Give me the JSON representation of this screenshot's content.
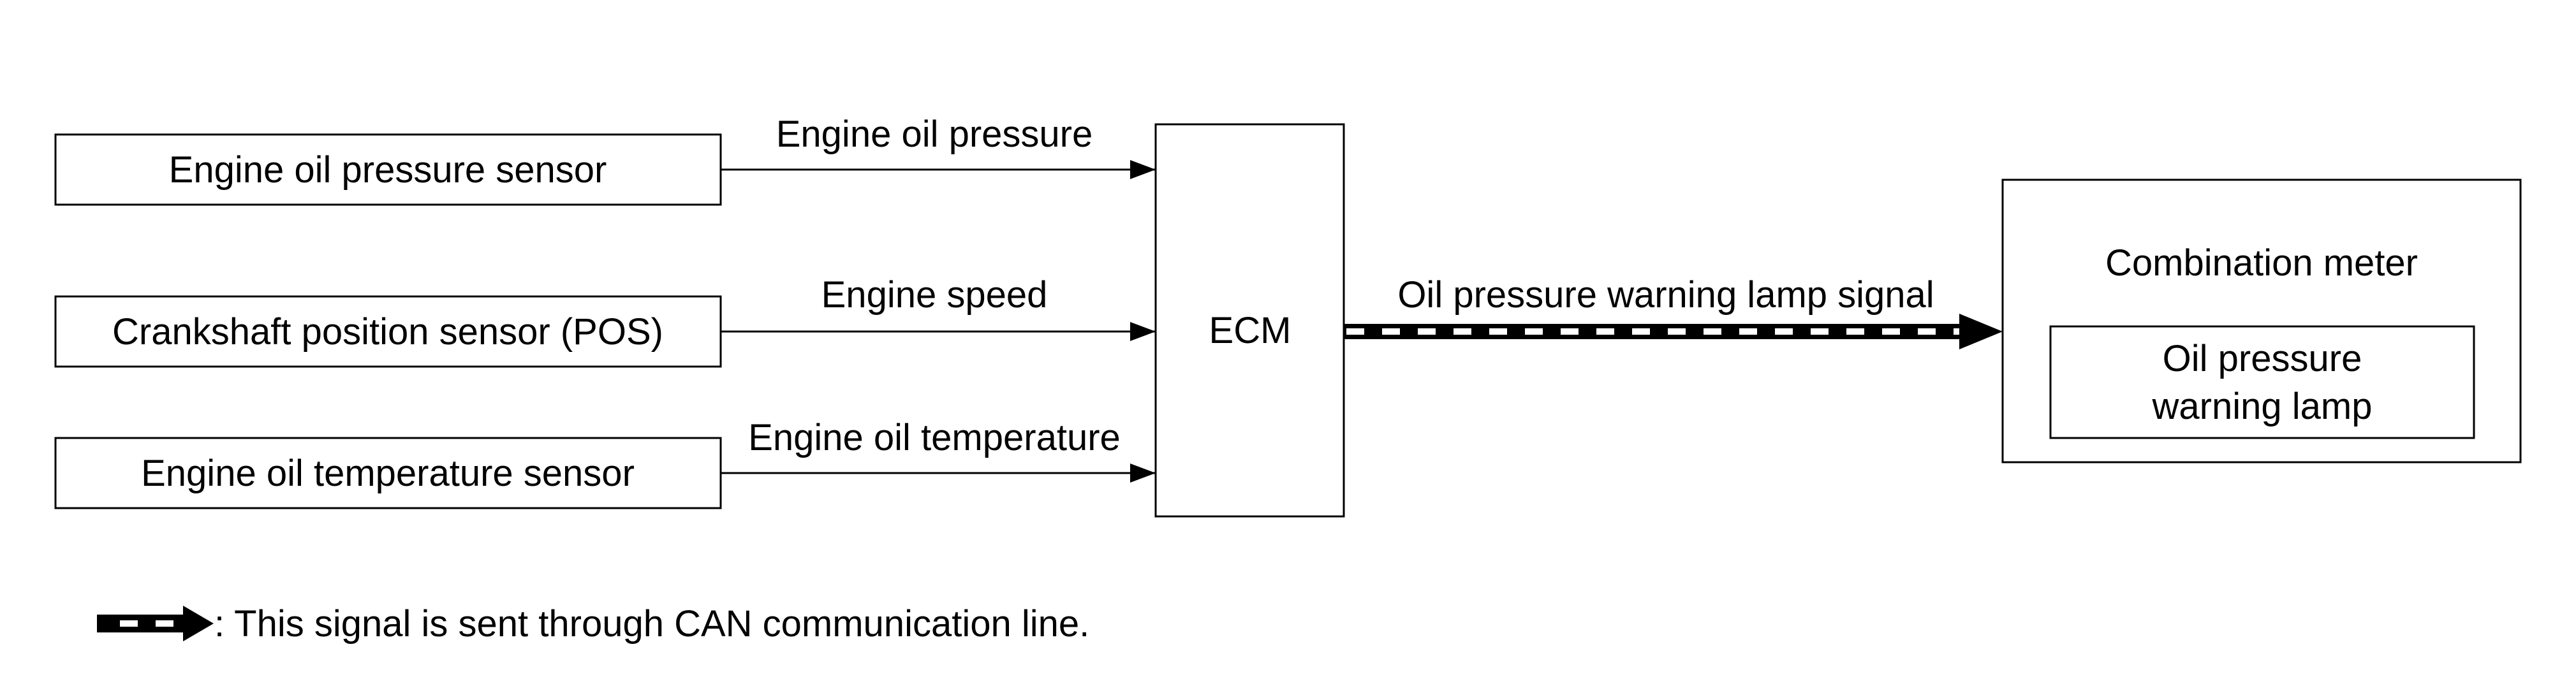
{
  "inputs": [
    {
      "box_label": "Engine oil pressure sensor",
      "signal_label": "Engine oil pressure"
    },
    {
      "box_label": "Crankshaft position sensor (POS)",
      "signal_label": "Engine speed"
    },
    {
      "box_label": "Engine oil temperature sensor",
      "signal_label": "Engine oil temperature"
    }
  ],
  "ecm": {
    "label": "ECM"
  },
  "output": {
    "signal_label": "Oil pressure warning lamp signal",
    "meter_label": "Combination meter",
    "lamp_label_line1": "Oil pressure",
    "lamp_label_line2": "warning lamp"
  },
  "legend": {
    "text": ": This signal is sent through CAN communication line."
  },
  "colors": {
    "line": "#000000",
    "background": "#ffffff"
  }
}
